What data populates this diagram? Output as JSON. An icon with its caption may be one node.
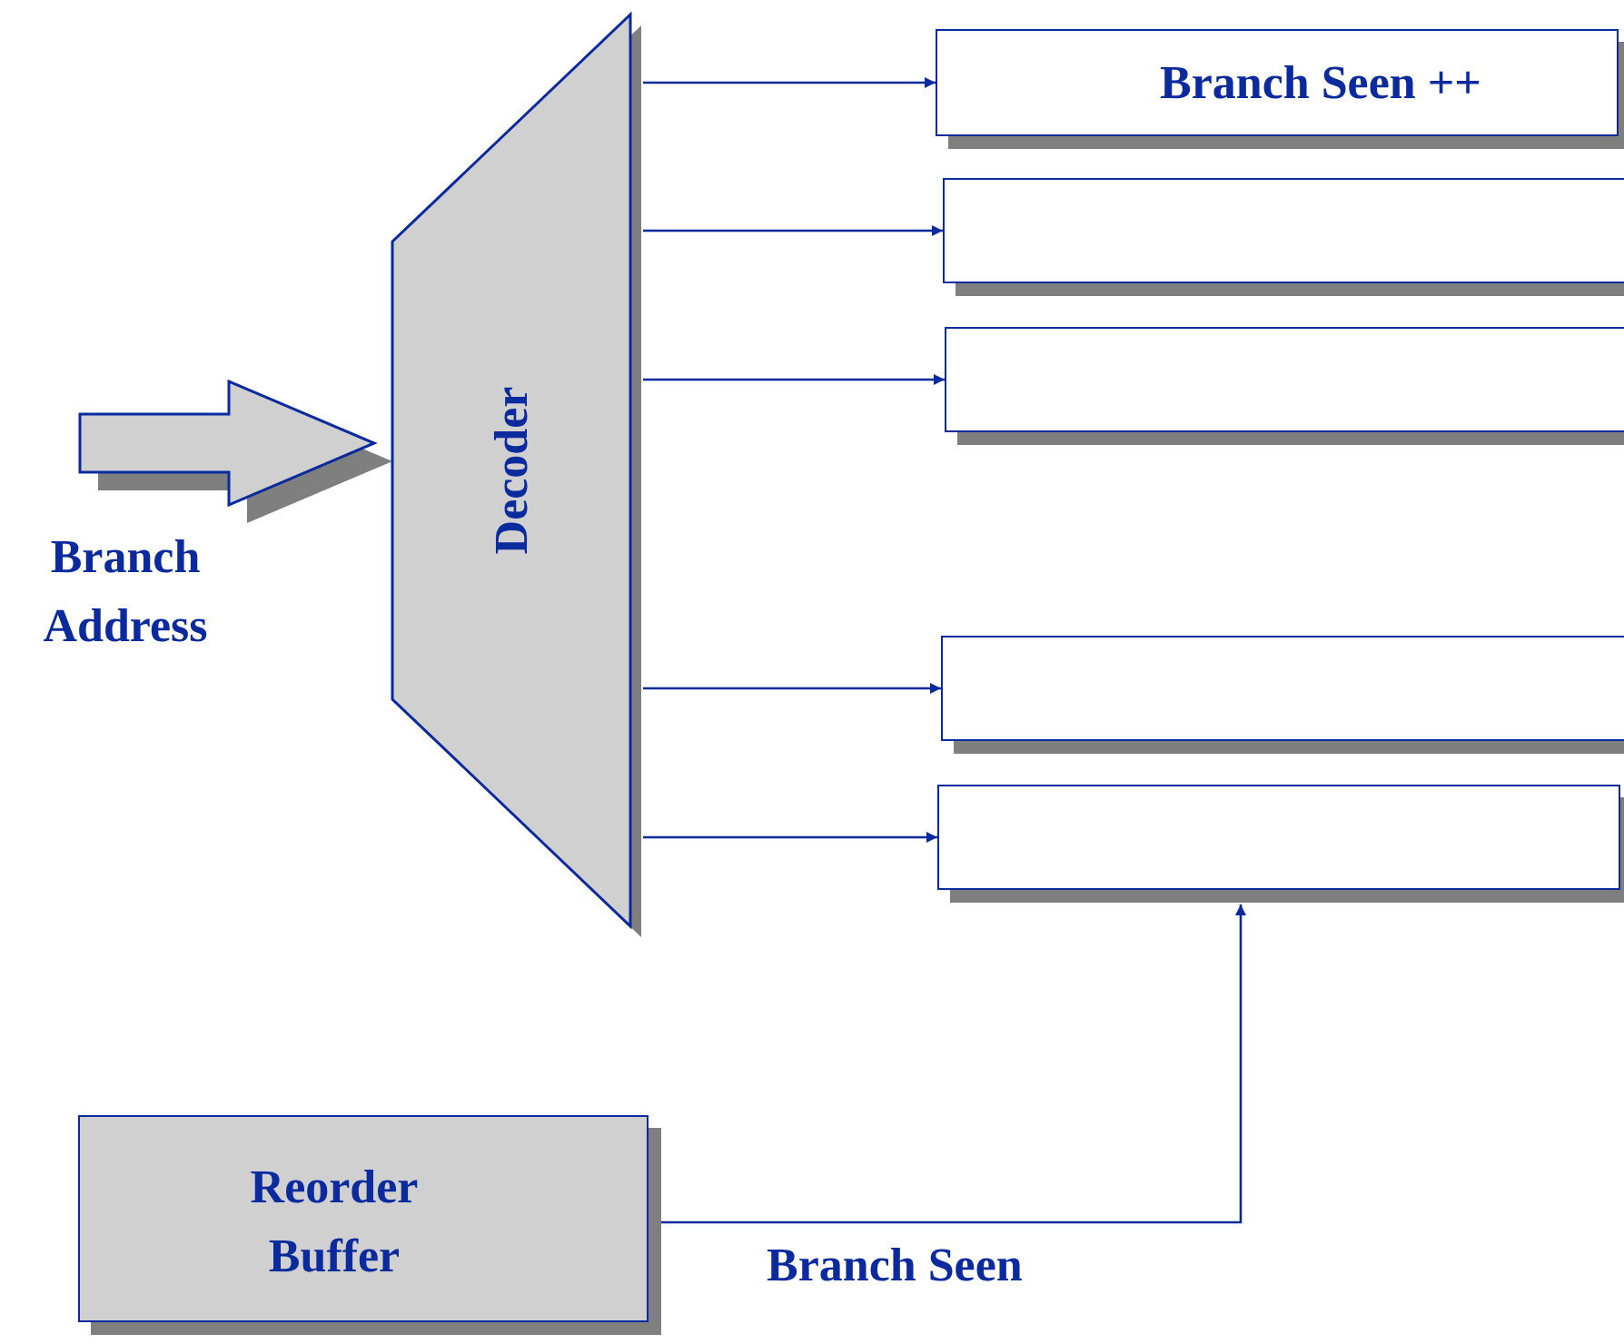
{
  "diagram": {
    "nodes": [
      {
        "text": [
          "Branch Address"
        ]
      },
      {
        "text": [
          "Decoder"
        ]
      },
      {
        "text": [
          "Branch Seen ++"
        ]
      },
      {
        "text": [],
        "shape": "box"
      },
      {
        "text": [],
        "shape": "box"
      },
      {
        "text": [],
        "shape": "box"
      },
      {
        "text": [],
        "shape": "box"
      },
      {
        "text": [
          "Reorder Buffer"
        ]
      }
    ],
    "edges": [
      {
        "from": 0,
        "to": 1,
        "arrow": "to",
        "style": "thick"
      },
      {
        "from": 1,
        "to": 2,
        "arrow": "to"
      },
      {
        "from": 1,
        "to": 3,
        "arrow": "to"
      },
      {
        "from": 1,
        "to": 4,
        "arrow": "to"
      },
      {
        "from": 1,
        "to": 5,
        "arrow": "to"
      },
      {
        "from": 1,
        "to": 6,
        "arrow": "to"
      },
      {
        "from": 7,
        "to": 6,
        "arrow": "to",
        "label": "Branch Seen"
      }
    ]
  }
}
